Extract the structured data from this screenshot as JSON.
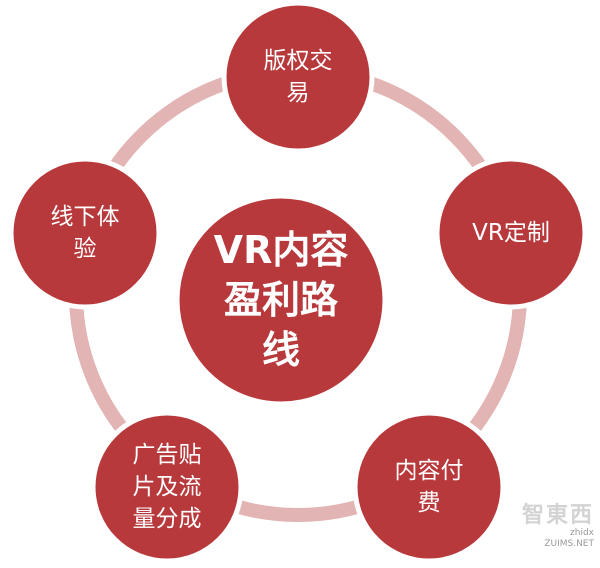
{
  "diagram": {
    "center": {
      "label": "VR内容\n盈利路\n线"
    },
    "nodes": [
      {
        "label": "版权交\n易"
      },
      {
        "label": "VR定制"
      },
      {
        "label": "内容付\n费"
      },
      {
        "label": "广告贴\n片及流\n量分成"
      },
      {
        "label": "线下体\n验"
      }
    ]
  },
  "watermark": {
    "logo_text": "智東西",
    "sub_text": "zhidx",
    "small_text": "ZUIMS.NET"
  },
  "colors": {
    "node_fill": "#b8393c",
    "node_stroke": "#ffffff",
    "ring": "#e3b4b4",
    "text": "#ffffff"
  }
}
